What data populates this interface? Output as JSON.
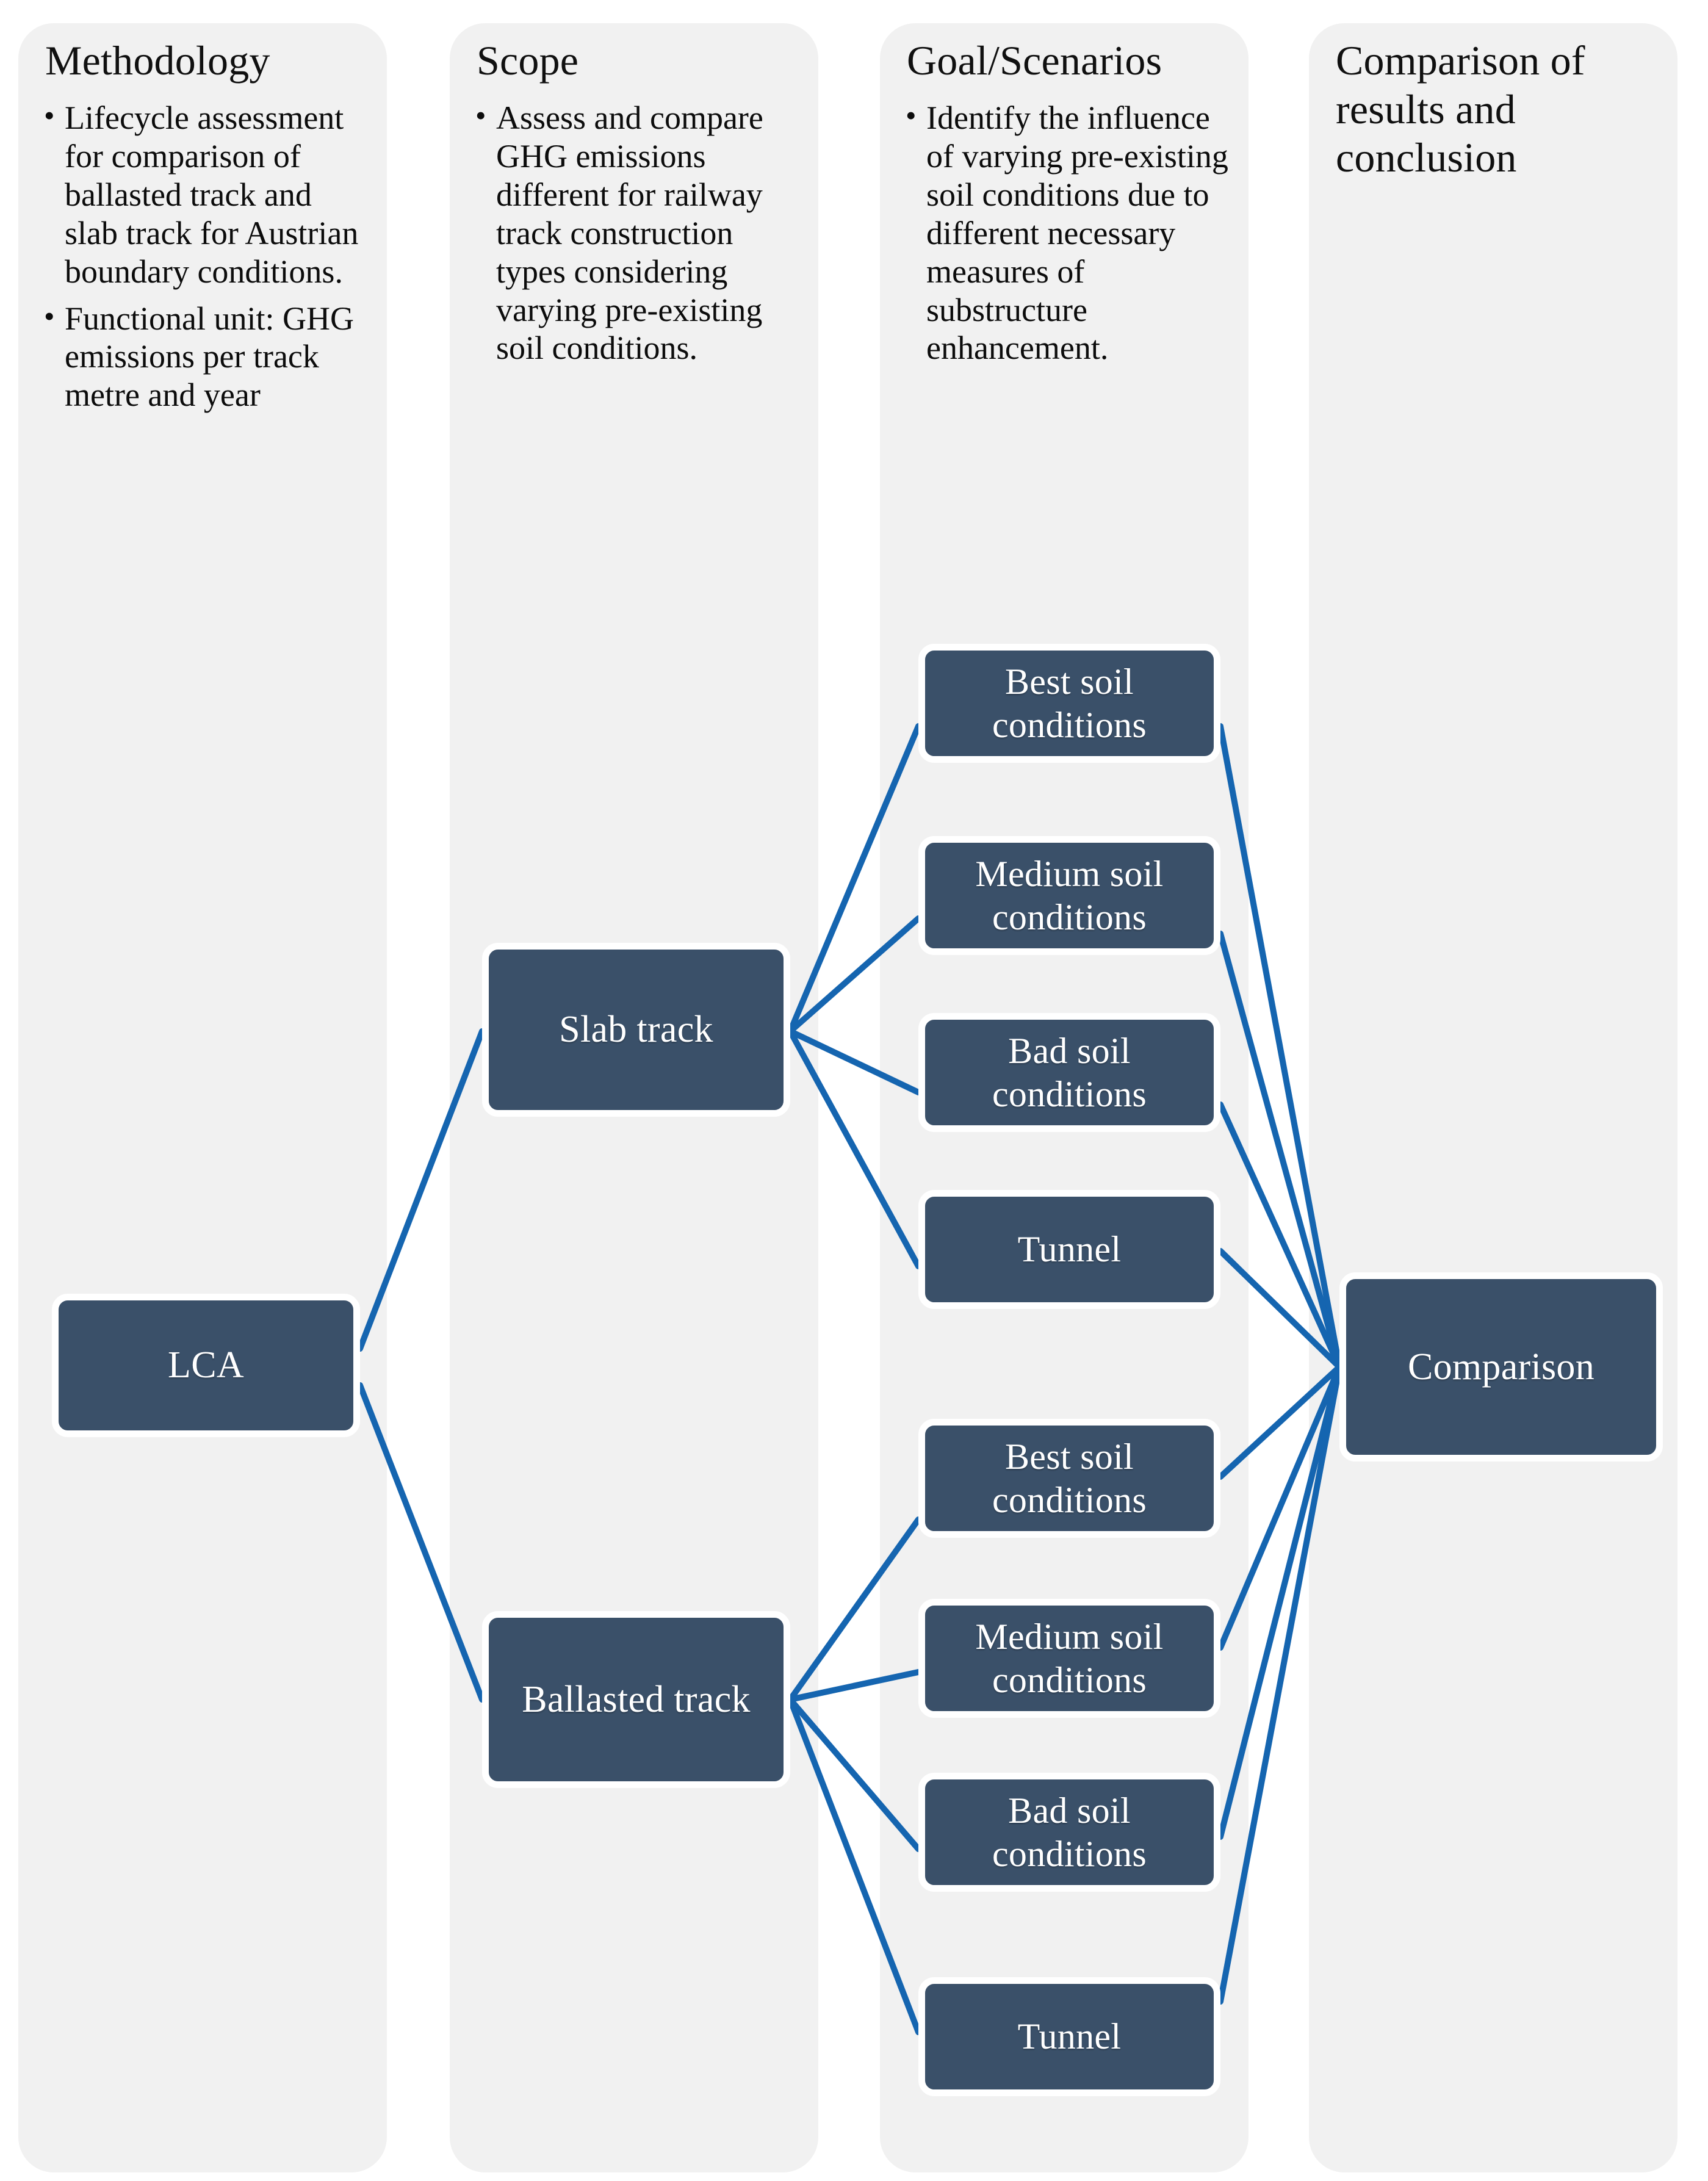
{
  "diagram": {
    "title": "LCA methodology flow for railway track GHG comparison",
    "colors": {
      "panel_background": "#f1f1f1",
      "node_fill": "#3a5069",
      "node_border": "#ffffff",
      "node_text": "#ffffff",
      "connector": "#1565b0",
      "page_background": "#ffffff"
    }
  },
  "columns": [
    {
      "id": "methodology",
      "title": "Methodology",
      "bullets": [
        "Lifecycle assessment for comparison of ballasted track and slab track for Austrian boundary conditions.",
        "Functional unit: GHG emissions per track metre and year"
      ]
    },
    {
      "id": "scope",
      "title": "Scope",
      "bullets": [
        "Assess and compare GHG emissions different for railway track construction types considering varying pre-existing soil conditions."
      ]
    },
    {
      "id": "goal-scenarios",
      "title": "Goal/Scenarios",
      "bullets": [
        "Identify the influence of varying pre-existing soil conditions due to different necessary measures of substructure enhancement."
      ]
    },
    {
      "id": "comparison-results",
      "title": "Comparison of results and conclusion",
      "bullets": []
    }
  ],
  "nodes": {
    "lca": "LCA",
    "slab_track": "Slab track",
    "ballasted_track": "Ballasted track",
    "comparison": "Comparison",
    "slab_scenarios": [
      "Best soil conditions",
      "Medium soil conditions",
      "Bad soil conditions",
      "Tunnel"
    ],
    "ballasted_scenarios": [
      "Best soil conditions",
      "Medium soil conditions",
      "Bad soil conditions",
      "Tunnel"
    ]
  }
}
